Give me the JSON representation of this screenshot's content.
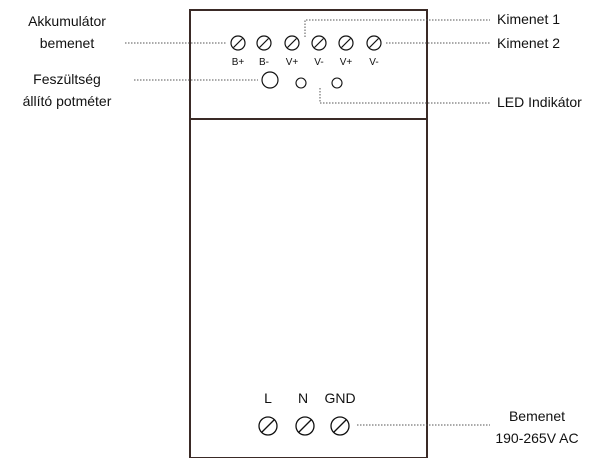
{
  "labels": {
    "battery_input_line1": "Akkumulátor",
    "battery_input_line2": "bemenet",
    "voltage_pot_line1": "Feszültség",
    "voltage_pot_line2": "állító potméter",
    "output1": "Kimenet 1",
    "output2": "Kimenet 2",
    "led_indicator": "LED Indikátor",
    "mains_input_line1": "Bemenet",
    "mains_input_line2": "190-265V AC"
  },
  "top_terminals": [
    "B+",
    "B-",
    "V+",
    "V-",
    "V+",
    "V-"
  ],
  "bottom_terminals": [
    "L",
    "N",
    "GND"
  ],
  "colors": {
    "housing": "#3a2a26",
    "leader": "#555555",
    "text": "#111111"
  }
}
